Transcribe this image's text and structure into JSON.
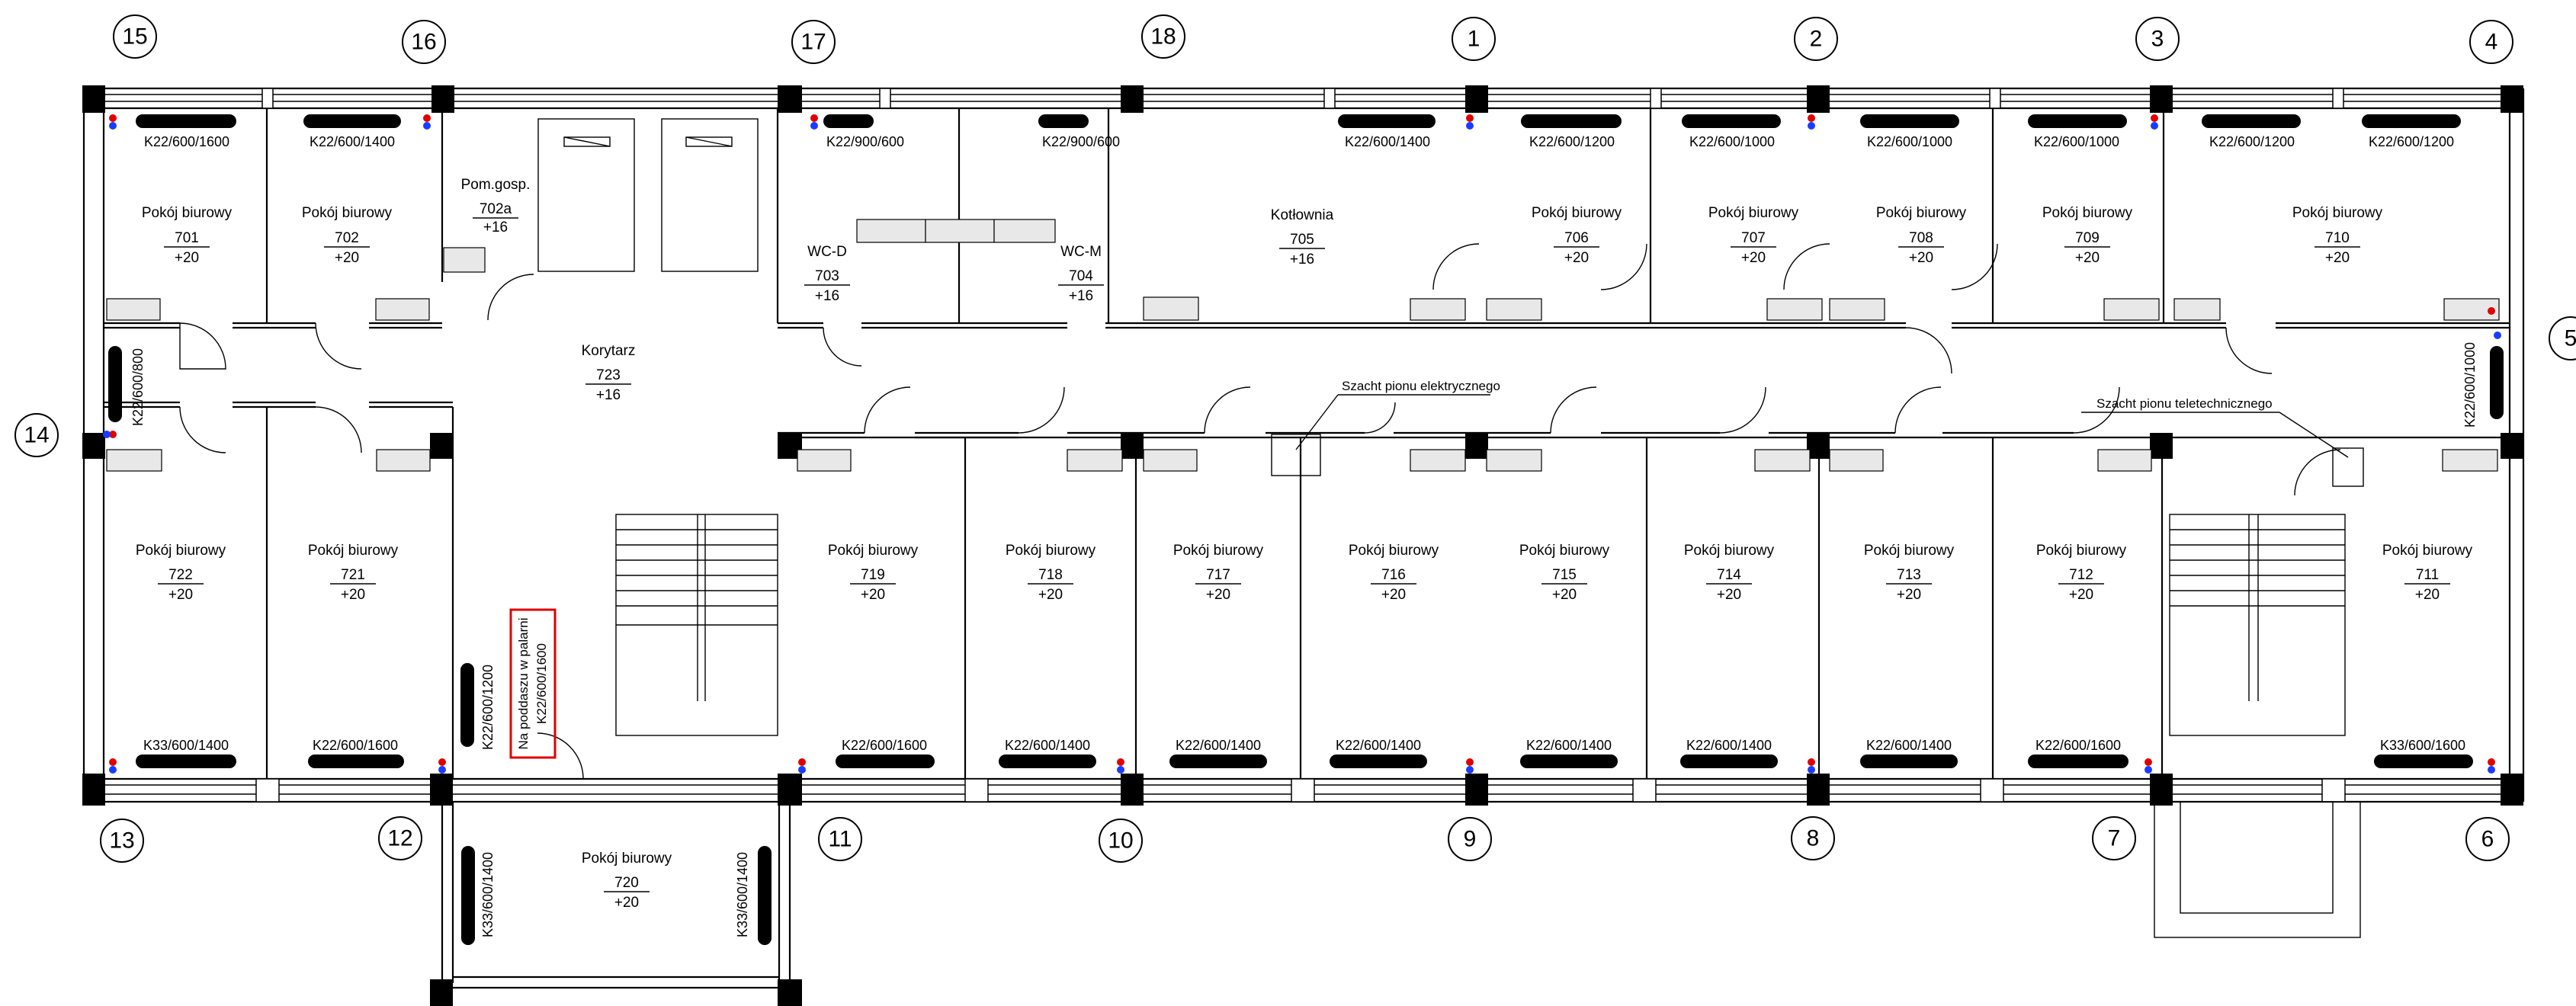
{
  "drawing": {
    "grid_axes": [
      "1",
      "2",
      "3",
      "4",
      "5",
      "6",
      "7",
      "8",
      "9",
      "10",
      "11",
      "12",
      "13",
      "14",
      "15",
      "16",
      "17",
      "18"
    ],
    "rooms": [
      {
        "id": "r701",
        "name": "Pokój biurowy",
        "number": "701",
        "temp": "+20"
      },
      {
        "id": "r702",
        "name": "Pokój biurowy",
        "number": "702",
        "temp": "+20"
      },
      {
        "id": "r702a",
        "name": "Pom.gosp.",
        "number": "702a",
        "temp": "+16"
      },
      {
        "id": "r703",
        "name": "WC-D",
        "number": "703",
        "temp": "+16"
      },
      {
        "id": "r704",
        "name": "WC-M",
        "number": "704",
        "temp": "+16"
      },
      {
        "id": "r705",
        "name": "Kotłownia",
        "number": "705",
        "temp": "+16"
      },
      {
        "id": "r706",
        "name": "Pokój biurowy",
        "number": "706",
        "temp": "+20"
      },
      {
        "id": "r707",
        "name": "Pokój biurowy",
        "number": "707",
        "temp": "+20"
      },
      {
        "id": "r708",
        "name": "Pokój biurowy",
        "number": "708",
        "temp": "+20"
      },
      {
        "id": "r709",
        "name": "Pokój biurowy",
        "number": "709",
        "temp": "+20"
      },
      {
        "id": "r710",
        "name": "Pokój biurowy",
        "number": "710",
        "temp": "+20"
      },
      {
        "id": "r723",
        "name": "Korytarz",
        "number": "723",
        "temp": "+16"
      },
      {
        "id": "r722",
        "name": "Pokój biurowy",
        "number": "722",
        "temp": "+20"
      },
      {
        "id": "r721",
        "name": "Pokój biurowy",
        "number": "721",
        "temp": "+20"
      },
      {
        "id": "r719",
        "name": "Pokój biurowy",
        "number": "719",
        "temp": "+20"
      },
      {
        "id": "r718",
        "name": "Pokój biurowy",
        "number": "718",
        "temp": "+20"
      },
      {
        "id": "r717",
        "name": "Pokój biurowy",
        "number": "717",
        "temp": "+20"
      },
      {
        "id": "r716",
        "name": "Pokój biurowy",
        "number": "716",
        "temp": "+20"
      },
      {
        "id": "r715",
        "name": "Pokój biurowy",
        "number": "715",
        "temp": "+20"
      },
      {
        "id": "r714",
        "name": "Pokój biurowy",
        "number": "714",
        "temp": "+20"
      },
      {
        "id": "r713",
        "name": "Pokój biurowy",
        "number": "713",
        "temp": "+20"
      },
      {
        "id": "r712",
        "name": "Pokój biurowy",
        "number": "712",
        "temp": "+20"
      },
      {
        "id": "r711",
        "name": "Pokój biurowy",
        "number": "711",
        "temp": "+20"
      },
      {
        "id": "r720",
        "name": "Pokój biurowy",
        "number": "720",
        "temp": "+20"
      }
    ],
    "radiators": [
      {
        "id": "rad1",
        "label": "K22/600/1600"
      },
      {
        "id": "rad2",
        "label": "K22/600/1400"
      },
      {
        "id": "rad3",
        "label": "K22/900/600"
      },
      {
        "id": "rad4",
        "label": "K22/900/600"
      },
      {
        "id": "rad5",
        "label": "K22/600/1400"
      },
      {
        "id": "rad6",
        "label": "K22/600/1200"
      },
      {
        "id": "rad7",
        "label": "K22/600/1000"
      },
      {
        "id": "rad8",
        "label": "K22/600/1000"
      },
      {
        "id": "rad9",
        "label": "K22/600/1000"
      },
      {
        "id": "rad10",
        "label": "K22/600/1200"
      },
      {
        "id": "rad11",
        "label": "K22/600/1200"
      },
      {
        "id": "rad12",
        "label": "K22/600/800"
      },
      {
        "id": "rad13",
        "label": "K22/600/1000"
      },
      {
        "id": "rad14",
        "label": "K33/600/1400"
      },
      {
        "id": "rad15",
        "label": "K22/600/1600"
      },
      {
        "id": "rad16",
        "label": "K22/600/1200"
      },
      {
        "id": "rad17",
        "label": "K22/600/1600"
      },
      {
        "id": "rad18",
        "label": "K22/600/1400"
      },
      {
        "id": "rad19",
        "label": "K22/600/1400"
      },
      {
        "id": "rad20",
        "label": "K22/600/1400"
      },
      {
        "id": "rad21",
        "label": "K22/600/1400"
      },
      {
        "id": "rad22",
        "label": "K22/600/1400"
      },
      {
        "id": "rad23",
        "label": "K22/600/1400"
      },
      {
        "id": "rad24",
        "label": "K22/600/1600"
      },
      {
        "id": "rad25",
        "label": "K33/600/1600"
      },
      {
        "id": "rad26",
        "label": "K33/600/1400"
      },
      {
        "id": "rad27",
        "label": "K33/600/1400"
      }
    ],
    "attic_note": {
      "line1": "Na poddaszu w palarni",
      "line2": "K22/600/1600"
    },
    "shaft_electric": "Szacht pionu elektrycznego",
    "shaft_telecom": "Szacht pionu teletechnicznego",
    "colors": {
      "line": "#000000",
      "highlight": "#e00000",
      "supply": "#e00000",
      "return": "#1a3cff"
    }
  }
}
